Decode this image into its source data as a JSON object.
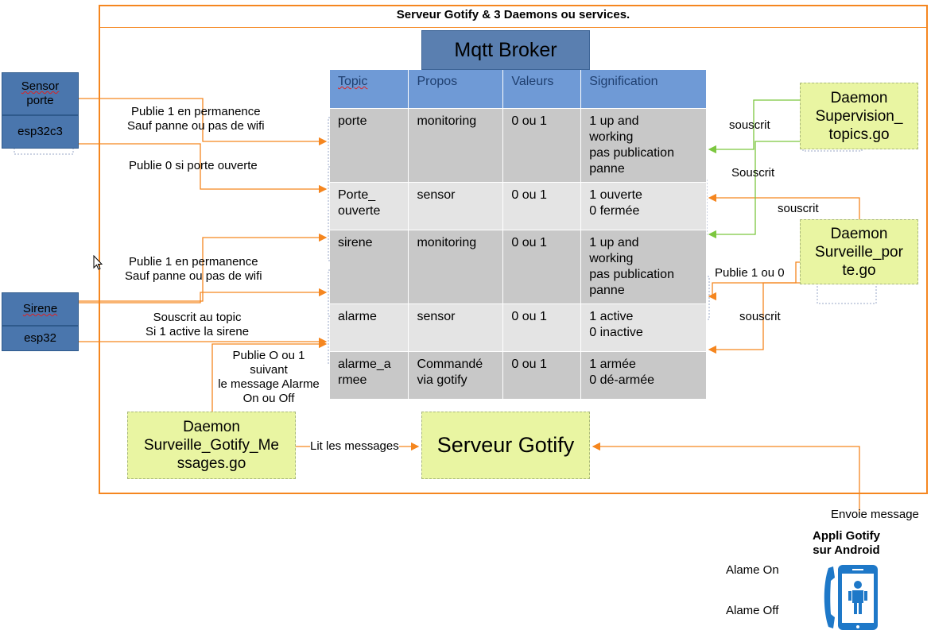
{
  "frame_title": "Serveur Gotify & 3 Daemons ou services.",
  "broker_title": "Mqtt Broker",
  "table": {
    "headers": [
      "Topic",
      "Propos",
      "Valeurs",
      "Signification"
    ],
    "rows": [
      {
        "topic": "porte",
        "propos": "monitoring",
        "valeurs": "0 ou 1",
        "sig": [
          "1 up and",
          "working",
          "pas publication",
          "panne"
        ]
      },
      {
        "topic": [
          "Porte_",
          "ouverte"
        ],
        "propos": "sensor",
        "valeurs": "0 ou 1",
        "sig": [
          "1 ouverte",
          "0 fermée"
        ]
      },
      {
        "topic": "sirene",
        "propos": "monitoring",
        "valeurs": "0 ou 1",
        "sig": [
          "1 up and",
          "working",
          "pas publication",
          "panne"
        ]
      },
      {
        "topic": "alarme",
        "propos": "sensor",
        "valeurs": "0 ou 1",
        "sig": [
          "1 active",
          "0 inactive"
        ]
      },
      {
        "topic": [
          "alarme_a",
          "rmee"
        ],
        "propos": [
          "Commandé",
          "via gotify"
        ],
        "valeurs": "0 ou 1",
        "sig": [
          "1 armée",
          "0 dé-armée"
        ]
      }
    ]
  },
  "devices": {
    "sensor_porte": [
      "Sensor",
      "porte"
    ],
    "esp32c3": "esp32c3",
    "sirene": "Sirene",
    "esp32": "esp32"
  },
  "daemons": {
    "supervision": [
      "Daemon",
      "Supervision_",
      "topics.go"
    ],
    "surveille_porte": [
      "Daemon",
      "Surveille_por",
      "te.go"
    ],
    "surveille_gotify": [
      "Daemon",
      "Surveille_Gotify_Me",
      "ssages.go"
    ]
  },
  "gotify_server": "Serveur Gotify",
  "labels": {
    "publie1_a": [
      "Publie 1 en permanence",
      "Sauf panne ou pas de wifi"
    ],
    "publie0": "Publie 0 si porte ouverte",
    "publie1_b": [
      "Publie 1 en permanence",
      "Sauf panne ou pas de wifi"
    ],
    "souscrit_topic": [
      "Souscrit au topic",
      "Si 1 active la sirene"
    ],
    "publie_o_ou_1": [
      "Publie O ou 1",
      "suivant",
      "le message Alarme",
      "On ou Off"
    ],
    "lit_messages": "Lit les messages",
    "souscrit_1": "souscrit",
    "souscrit_2": "Souscrit",
    "souscrit_3": "souscrit",
    "publie_1_ou_0": "Publie 1 ou 0",
    "souscrit_4": "souscrit",
    "envoie_message": "Envoie message",
    "appli": [
      "Appli Gotify",
      "sur Android"
    ],
    "alarme_on": "Alame On",
    "alarme_off": "Alame Off"
  },
  "colors": {
    "frame": "#f5861f",
    "arrow_orange": "#f5861f",
    "arrow_green": "#7cc73f",
    "device_blue": "#4a76ad",
    "daemon_yellow": "#e9f5a2",
    "header_blue": "#6f9ad6",
    "phone_blue": "#1e78c8"
  },
  "icons": [
    "cursor-icon",
    "phone-icon"
  ]
}
